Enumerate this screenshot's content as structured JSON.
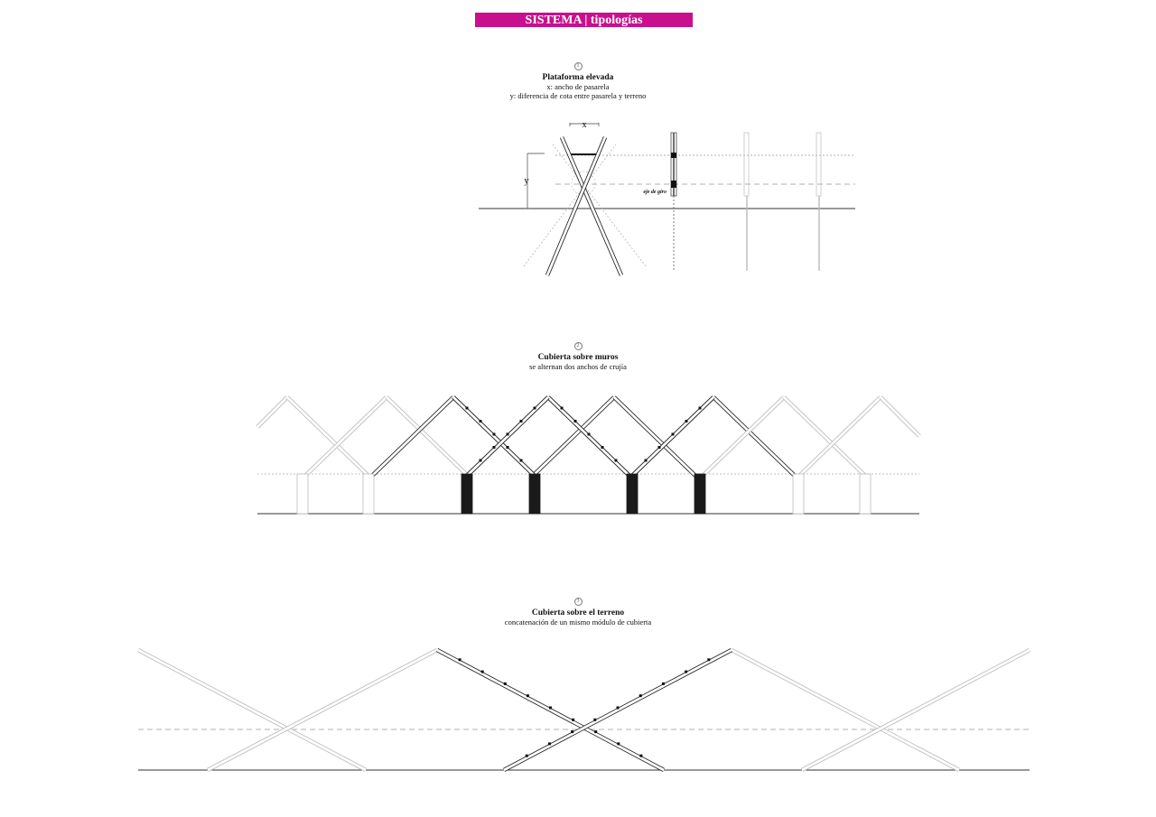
{
  "banner": {
    "title": "SISTEMA | tipologías",
    "color": "#c8108e"
  },
  "sections": [
    {
      "number": "1",
      "title": "Plataforma elevada",
      "lines": [
        "x: ancho de pasarela",
        "y: diferencia de cota entre pasarela y terreno"
      ]
    },
    {
      "number": "2",
      "title": "Cubierta sobre muros",
      "lines": [
        "se alternan dos anchos de crujía"
      ]
    },
    {
      "number": "3",
      "title": "Cubierta sobre el terreno",
      "lines": [
        "concatenación de un mismo módulo de cubierta"
      ]
    }
  ],
  "labels": {
    "x": "x",
    "y": "y",
    "pivot": "eje de giro"
  }
}
